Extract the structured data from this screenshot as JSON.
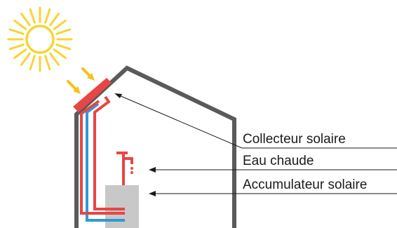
{
  "labels": {
    "collector": "Collecteur solaire",
    "hot_water": "Eau chaude",
    "storage": "Accumulateur solaire"
  },
  "icons": {
    "sun": "sun-icon",
    "sunlight_arrows": "arrow-down-right-icon"
  },
  "colors": {
    "sun": "#f7d531",
    "arrow_sun": "#f2c31a",
    "house": "#5a5a5a",
    "collector": "#e84545",
    "hot_pipe": "#e84545",
    "cold_pipe": "#2e9ad6",
    "tank": "#c8c8c8",
    "text": "#1a1a1a",
    "leader": "#1a1a1a"
  }
}
